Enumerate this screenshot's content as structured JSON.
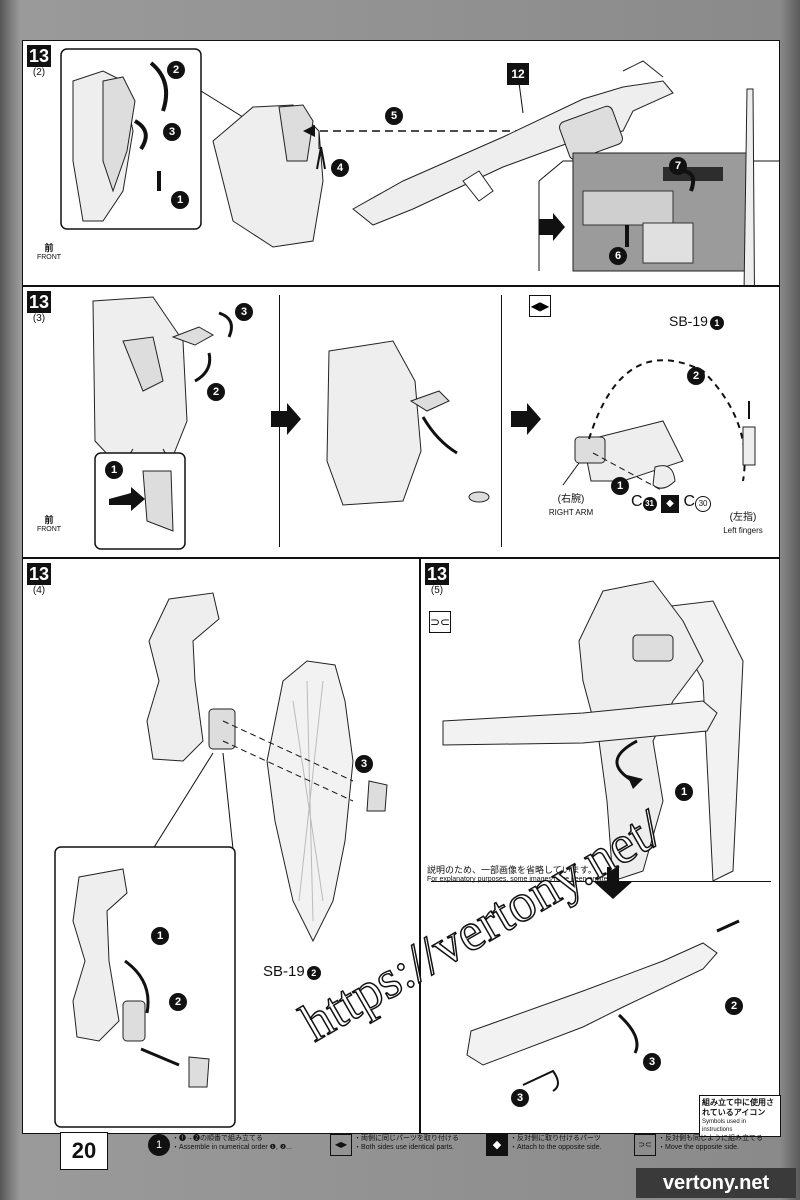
{
  "page": {
    "number": "20",
    "watermark": "https://vertony.net/",
    "watermark_badge": "vertony.net"
  },
  "steps": [
    {
      "num": "13",
      "sub": "(2)"
    },
    {
      "num": "13",
      "sub": "(3)"
    },
    {
      "num": "13",
      "sub": "(4)"
    },
    {
      "num": "13",
      "sub": "(5)"
    }
  ],
  "step2": {
    "part_number": "12",
    "callouts": [
      "1",
      "2",
      "3",
      "4",
      "5",
      "6",
      "7"
    ],
    "front_jp": "前",
    "front_en": "FRONT"
  },
  "step3": {
    "callouts": [
      "1",
      "2",
      "3"
    ],
    "front_jp": "前",
    "front_en": "FRONT",
    "part_label": "SB-19",
    "part_circle": "1",
    "right_arm_jp": "(右腕)",
    "right_arm_en": "RIGHT ARM",
    "c_left": "C",
    "c_left_num": "31",
    "c_right": "C",
    "c_right_num": "30",
    "left_fingers_jp": "(左指)",
    "left_fingers_en": "Left fingers"
  },
  "step4": {
    "callouts": [
      "1",
      "2",
      "3"
    ],
    "part_label": "SB-19",
    "part_circle": "2"
  },
  "step5": {
    "callouts": [
      "1",
      "2",
      "3"
    ],
    "note_jp": "説明のため、一部画像を省略しています。",
    "note_en": "For explanatory purposes, some images have been omitted.",
    "symbols_jp": "組み立て中に使用されているアイコン",
    "symbols_en": "Symbols used in instructions"
  },
  "legend": [
    {
      "icon": "1",
      "jp": "・❶→❷の順番で組み立てる",
      "en": "・Assemble in numerical order ❶, ❷..."
    },
    {
      "icon": "◀▶",
      "jp": "・両側に同じパーツを取り付ける",
      "en": "・Both sides use identical parts."
    },
    {
      "icon": "◆",
      "jp": "・反対側に取り付けるパーツ",
      "en": "・Attach to the opposite side."
    },
    {
      "icon": "⊃⊂",
      "jp": "・反対側も同じように組み立てる",
      "en": "・Move the opposite side."
    }
  ]
}
